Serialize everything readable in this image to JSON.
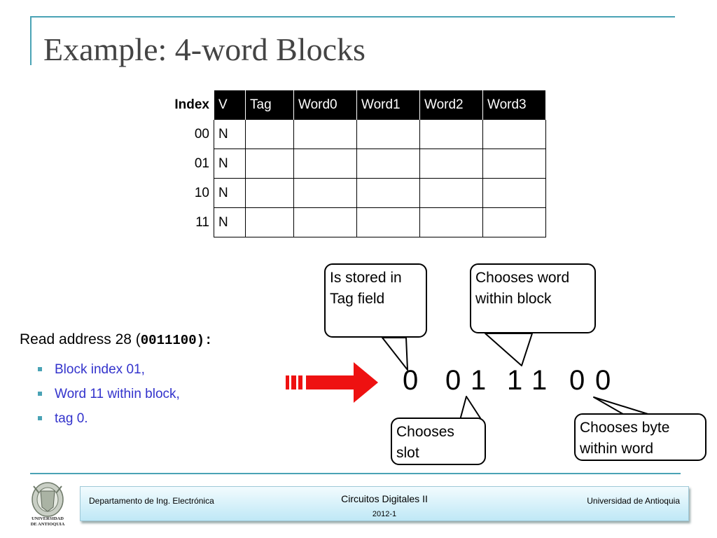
{
  "slide": {
    "title": "Example: 4-word Blocks"
  },
  "cache_table": {
    "headers": {
      "index": "Index",
      "v": "V",
      "tag": "Tag",
      "word0": "Word0",
      "word1": "Word1",
      "word2": "Word2",
      "word3": "Word3"
    },
    "rows": [
      {
        "index": "00",
        "v": "N",
        "tag": "",
        "word0": "",
        "word1": "",
        "word2": "",
        "word3": ""
      },
      {
        "index": "01",
        "v": "N",
        "tag": "",
        "word0": "",
        "word1": "",
        "word2": "",
        "word3": ""
      },
      {
        "index": "10",
        "v": "N",
        "tag": "",
        "word0": "",
        "word1": "",
        "word2": "",
        "word3": ""
      },
      {
        "index": "11",
        "v": "N",
        "tag": "",
        "word0": "",
        "word1": "",
        "word2": "",
        "word3": ""
      }
    ]
  },
  "callouts": {
    "tag": "Is stored in Tag field",
    "word": "Chooses word within block",
    "slot": "Chooses slot",
    "byte": "Chooses byte within word"
  },
  "address_bits": {
    "b0": "0",
    "b1": "0",
    "b2": "1",
    "b3": "1",
    "b4": "1",
    "b5": "0",
    "b6": "0"
  },
  "read": {
    "prefix": "Read address 28 (",
    "code": "0011100):",
    "bullets": [
      "Block index 01,",
      "Word 11 within block,",
      "tag 0."
    ]
  },
  "footer": {
    "left": "Departamento de Ing. Electrónica",
    "center": "Circuitos Digitales II",
    "sub": "2012-1",
    "right": "Universidad de Antioquia",
    "logo_text_line1": "UNIVERSIDAD",
    "logo_text_line2": "DE ANTIOQUIA"
  },
  "colors": {
    "accent": "#4aa3b5",
    "bullet_text": "#3333cc",
    "arrow": "#ee1111"
  }
}
